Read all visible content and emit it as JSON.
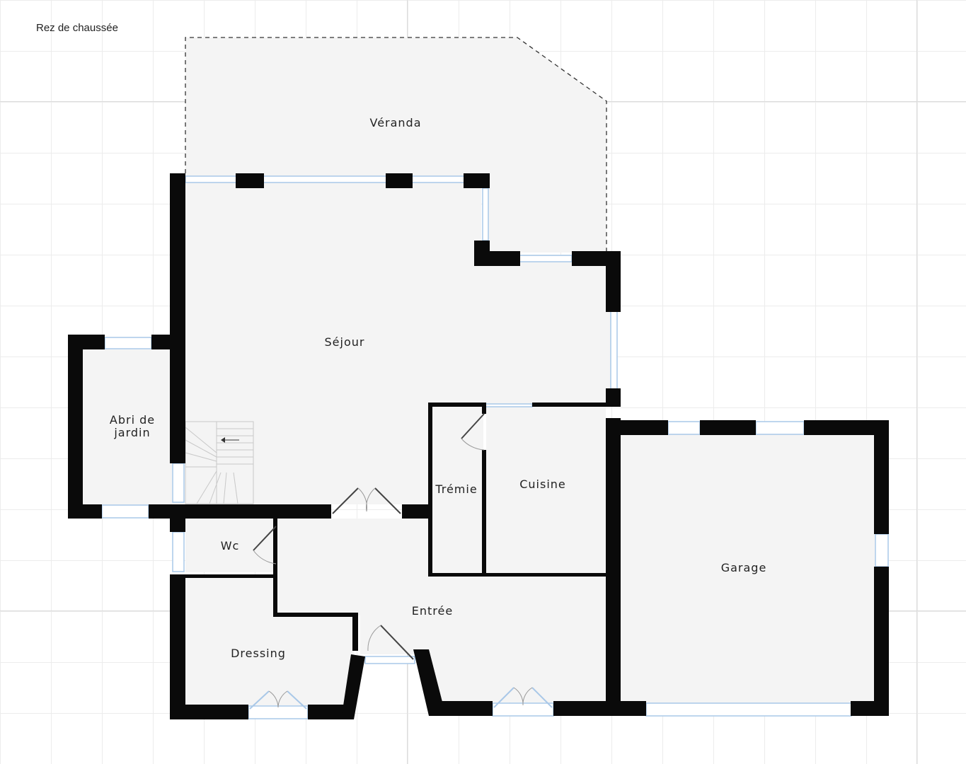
{
  "page": {
    "title": "Rez de chaussée"
  },
  "rooms": {
    "veranda": "Véranda",
    "sejour": "Séjour",
    "abri_line1": "Abri de",
    "abri_line2": "jardin",
    "tremie": "Trémie",
    "cuisine": "Cuisine",
    "garage": "Garage",
    "wc": "Wc",
    "entree": "Entrée",
    "dressing": "Dressing"
  },
  "colors": {
    "wall": "#0a0a0a",
    "floor": "#f4f4f4",
    "window": "#a9c8e8",
    "dashed": "#333333"
  }
}
